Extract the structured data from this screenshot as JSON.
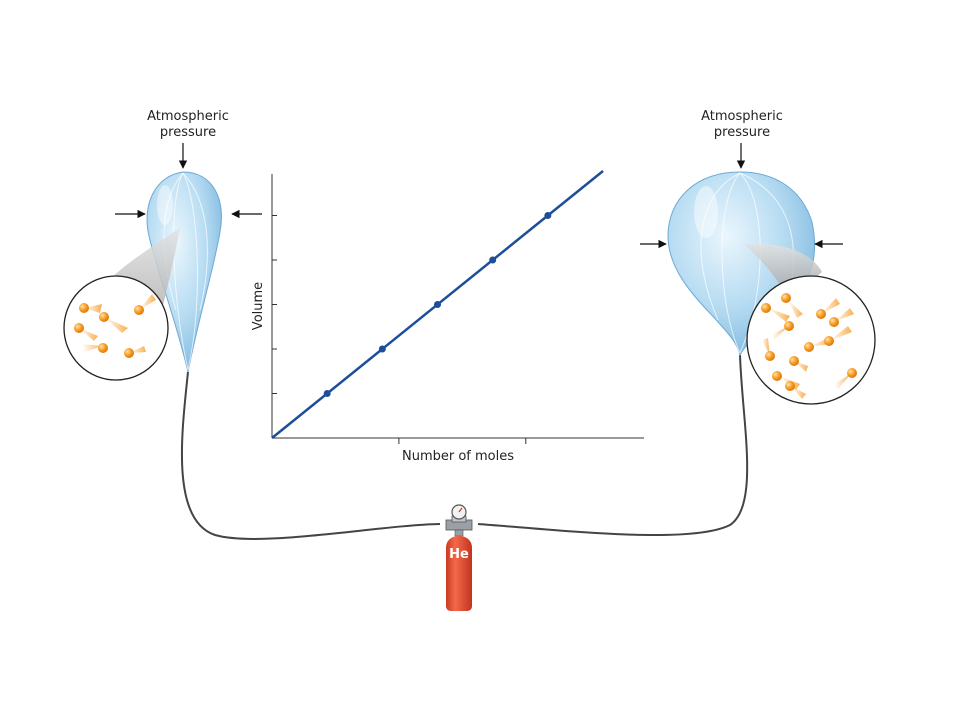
{
  "left_balloon": {
    "label_line1": "Atmospheric",
    "label_line2": "pressure"
  },
  "right_balloon": {
    "label_line1": "Atmospheric",
    "label_line2": "pressure"
  },
  "tank": {
    "label": "He",
    "color": "#e8452c"
  },
  "chart_data": {
    "type": "line",
    "xlabel": "Number of moles",
    "ylabel": "Volume",
    "xlim": [
      0,
      6
    ],
    "ylim": [
      0,
      6
    ],
    "x_ticks": [
      2.3,
      4.6
    ],
    "y_ticks": [
      1,
      2,
      3,
      4,
      5
    ],
    "series": [
      {
        "x": [
          0,
          1,
          2,
          3,
          4,
          5,
          6
        ],
        "y": [
          0,
          1,
          2,
          3,
          4,
          5,
          6
        ],
        "markers": [
          1,
          2,
          3,
          4,
          5
        ]
      }
    ],
    "line_color": "#1d4e9a",
    "grid": false
  },
  "colors": {
    "balloon_fill": "#a9d2ee",
    "balloon_light": "#d9eefa",
    "molecule": "#f39a1e",
    "hose": "#444444"
  }
}
